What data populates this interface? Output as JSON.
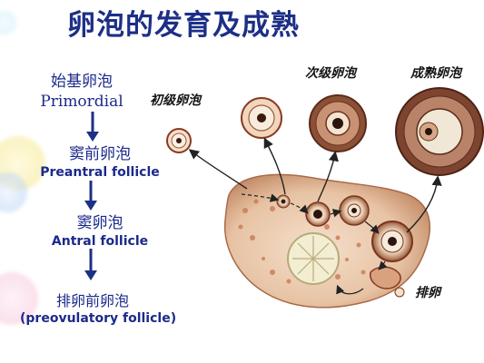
{
  "title": "卵泡的发育及成熟",
  "stages": [
    {
      "cn": "始基卵泡",
      "en": "Primordial"
    },
    {
      "cn": "窦前卵泡",
      "en": "Preantral follicle"
    },
    {
      "cn": "窦卵泡",
      "en": "Antral follicle"
    },
    {
      "cn": "排卵前卵泡",
      "en": "(preovulatory follicle)"
    }
  ],
  "diagram_labels": {
    "primary": "初级卵泡",
    "secondary": "次级卵泡",
    "mature": "成熟卵泡",
    "ovulation": "排卵"
  },
  "colors": {
    "title": "#1d2f86",
    "text": "#1b2a8a",
    "ovary": "#e8c9ae",
    "follicle_ring": "#8a3a22"
  }
}
